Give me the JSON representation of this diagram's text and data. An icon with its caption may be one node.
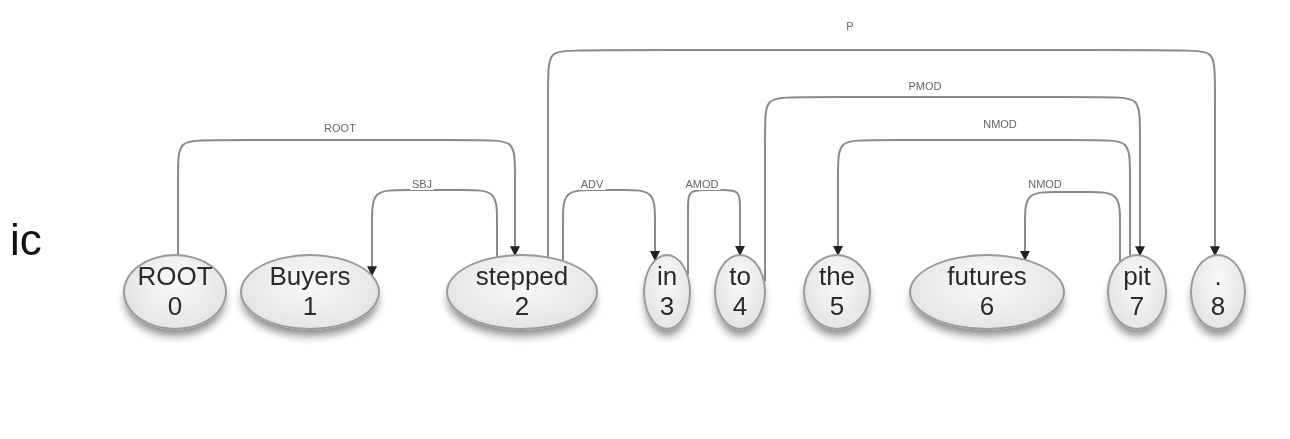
{
  "diagram": {
    "nodes": [
      {
        "text": [
          "ROOT",
          "0"
        ]
      },
      {
        "text": [
          "Buyers",
          "1"
        ]
      },
      {
        "text": [
          "stepped",
          "2"
        ]
      },
      {
        "text": [
          "in",
          "3"
        ]
      },
      {
        "text": [
          "to",
          "4"
        ]
      },
      {
        "text": [
          "the",
          "5"
        ]
      },
      {
        "text": [
          "futures",
          "6"
        ]
      },
      {
        "text": [
          "pit",
          "7"
        ]
      },
      {
        "text": [
          ".",
          "8"
        ]
      }
    ],
    "edges": [
      {
        "from": 0,
        "to": 2,
        "arrow": "to",
        "label": "ROOT"
      },
      {
        "from": 2,
        "to": 1,
        "arrow": "to",
        "label": "SBJ"
      },
      {
        "from": 2,
        "to": 3,
        "arrow": "to",
        "label": "ADV"
      },
      {
        "from": 3,
        "to": 4,
        "arrow": "to",
        "label": "AMOD"
      },
      {
        "from": 4,
        "to": 7,
        "arrow": "to",
        "label": "PMOD"
      },
      {
        "from": 7,
        "to": 5,
        "arrow": "to",
        "label": "NMOD"
      },
      {
        "from": 7,
        "to": 6,
        "arrow": "to",
        "label": "NMOD"
      },
      {
        "from": 2,
        "to": 8,
        "arrow": "to",
        "label": "P"
      }
    ],
    "labels": [
      "ic"
    ]
  }
}
